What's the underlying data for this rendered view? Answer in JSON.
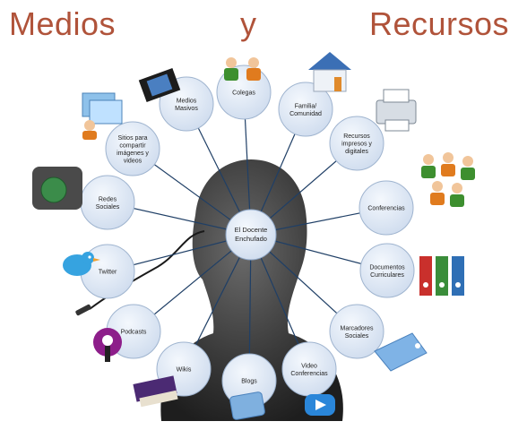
{
  "title": {
    "w1": "Medios",
    "w2": "y",
    "w3": "Recursos"
  },
  "center": {
    "lines": [
      "El Docente",
      "Enchufado"
    ]
  },
  "nodes": [
    {
      "id": "medios-masivos",
      "lines": [
        "Medios",
        "Masivos"
      ],
      "icon": "film-strip-icon"
    },
    {
      "id": "colegas",
      "lines": [
        "Colegas"
      ],
      "icon": "people-icon"
    },
    {
      "id": "familia",
      "lines": [
        "Familia/",
        "Comunidad"
      ],
      "icon": "house-icon"
    },
    {
      "id": "recursos",
      "lines": [
        "Recursos",
        "impresos y",
        "digitales"
      ],
      "icon": "printer-icon"
    },
    {
      "id": "conferencias",
      "lines": [
        "Conferencias"
      ],
      "icon": "group-icon"
    },
    {
      "id": "documentos",
      "lines": [
        "Documentos",
        "Curriculares"
      ],
      "icon": "binders-icon"
    },
    {
      "id": "marcadores",
      "lines": [
        "Marcadores",
        "Sociales"
      ],
      "icon": "tag-icon"
    },
    {
      "id": "video",
      "lines": [
        "Video",
        "Conferencias"
      ],
      "icon": "video-chat-icon"
    },
    {
      "id": "blogs",
      "lines": [
        "Blogs"
      ],
      "icon": "blog-icon"
    },
    {
      "id": "wikis",
      "lines": [
        "Wikis"
      ],
      "icon": "book-icon"
    },
    {
      "id": "podcasts",
      "lines": [
        "Podcasts"
      ],
      "icon": "podcast-icon"
    },
    {
      "id": "twitter",
      "lines": [
        "Twitter"
      ],
      "icon": "bird-icon"
    },
    {
      "id": "redes",
      "lines": [
        "Redes",
        "Sociales"
      ],
      "icon": "globe-network-icon"
    },
    {
      "id": "sitios",
      "lines": [
        "Sitios para",
        "compartir",
        "imágenes y",
        "videos"
      ],
      "icon": "photo-icon"
    }
  ],
  "colors": {
    "title": "#b0533a",
    "node_fill": "#dbe5f1",
    "node_stroke": "#9fb4cf",
    "spoke": "#1f3f66",
    "head": "#3d3d3d"
  }
}
